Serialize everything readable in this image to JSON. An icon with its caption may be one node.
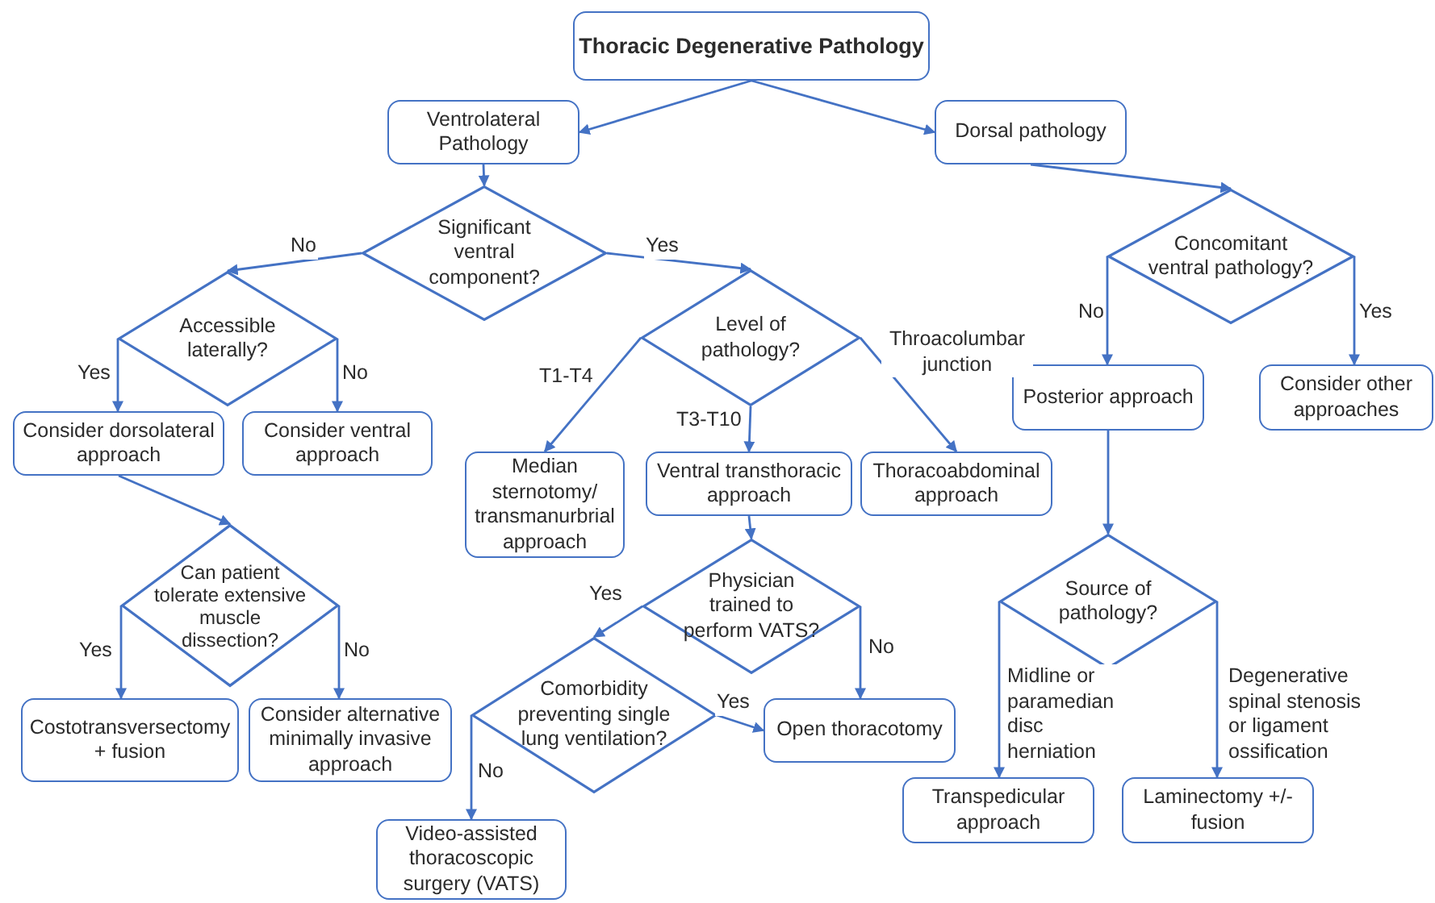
{
  "diagram": {
    "nodes": [
      {
        "text": [
          "Thoracic Degenerative Pathology"
        ]
      },
      {
        "text": [
          "Ventrolateral Pathology"
        ]
      },
      {
        "text": [
          "Dorsal pathology"
        ]
      },
      {
        "text": [
          "Significant ventral component?"
        ]
      },
      {
        "text": [
          "Accessible laterally?"
        ]
      },
      {
        "text": [
          "Level of pathology?"
        ]
      },
      {
        "text": [
          "Concomitant ventral pathology?"
        ]
      },
      {
        "text": [
          "Consider dorsolateral approach"
        ]
      },
      {
        "text": [
          "Consider ventral approach"
        ]
      },
      {
        "text": [
          "Posterior approach"
        ]
      },
      {
        "text": [
          "Consider other approaches"
        ]
      },
      {
        "text": [
          "Median sternotomy/ transmanurbrial approach"
        ]
      },
      {
        "text": [
          "Ventral transthoracic approach"
        ]
      },
      {
        "text": [
          "Thoracoabdominal approach"
        ]
      },
      {
        "text": [
          "Can patient tolerate extensive muscle dissection?"
        ]
      },
      {
        "text": [
          "Physician trained to perform VATS?"
        ]
      },
      {
        "text": [
          "Source of pathology?"
        ]
      },
      {
        "text": [
          "Costotransversectomy + fusion"
        ]
      },
      {
        "text": [
          "Consider alternative minimally invasive approach"
        ]
      },
      {
        "text": [
          "Comorbidity preventing single lung ventilation?"
        ]
      },
      {
        "text": [
          "Open thoracotomy"
        ]
      },
      {
        "text": [
          "Transpedicular approach"
        ]
      },
      {
        "text": [
          "Laminectomy +/- fusion"
        ]
      },
      {
        "text": [
          "Video-assisted thoracoscopic surgery (VATS)"
        ]
      }
    ],
    "edges": [
      {
        "from": 0,
        "to": 1,
        "arrow": "to"
      },
      {
        "from": 0,
        "to": 2,
        "arrow": "to"
      },
      {
        "from": 1,
        "to": 3,
        "arrow": "to"
      },
      {
        "from": 2,
        "to": 6,
        "arrow": "to"
      },
      {
        "from": 3,
        "to": 4,
        "arrow": "to",
        "label": "No"
      },
      {
        "from": 3,
        "to": 5,
        "arrow": "to",
        "label": "Yes"
      },
      {
        "from": 4,
        "to": 7,
        "arrow": "to",
        "label": "Yes"
      },
      {
        "from": 4,
        "to": 8,
        "arrow": "to",
        "label": "No"
      },
      {
        "from": 5,
        "to": 11,
        "arrow": "to",
        "label": "T1-T4"
      },
      {
        "from": 5,
        "to": 12,
        "arrow": "to",
        "label": "T3-T10"
      },
      {
        "from": 5,
        "to": 13,
        "arrow": "to",
        "label": "Throacolumbar junction"
      },
      {
        "from": 6,
        "to": 9,
        "arrow": "to",
        "label": "No"
      },
      {
        "from": 6,
        "to": 10,
        "arrow": "to",
        "label": "Yes"
      },
      {
        "from": 7,
        "to": 14,
        "arrow": "to"
      },
      {
        "from": 9,
        "to": 16,
        "arrow": "to"
      },
      {
        "from": 12,
        "to": 15,
        "arrow": "to"
      },
      {
        "from": 14,
        "to": 17,
        "arrow": "to",
        "label": "Yes"
      },
      {
        "from": 14,
        "to": 18,
        "arrow": "to",
        "label": "No"
      },
      {
        "from": 15,
        "to": 19,
        "arrow": "to",
        "label": "Yes"
      },
      {
        "from": 15,
        "to": 20,
        "arrow": "to",
        "label": "No"
      },
      {
        "from": 16,
        "to": 21,
        "arrow": "to",
        "label": "Midline or paramedian disc herniation"
      },
      {
        "from": 16,
        "to": 22,
        "arrow": "to",
        "label": "Degenerative spinal stenosis or ligament ossification"
      },
      {
        "from": 19,
        "to": 20,
        "arrow": "to",
        "label": "Yes"
      },
      {
        "from": 19,
        "to": 23,
        "arrow": "to",
        "label": "No"
      }
    ]
  }
}
